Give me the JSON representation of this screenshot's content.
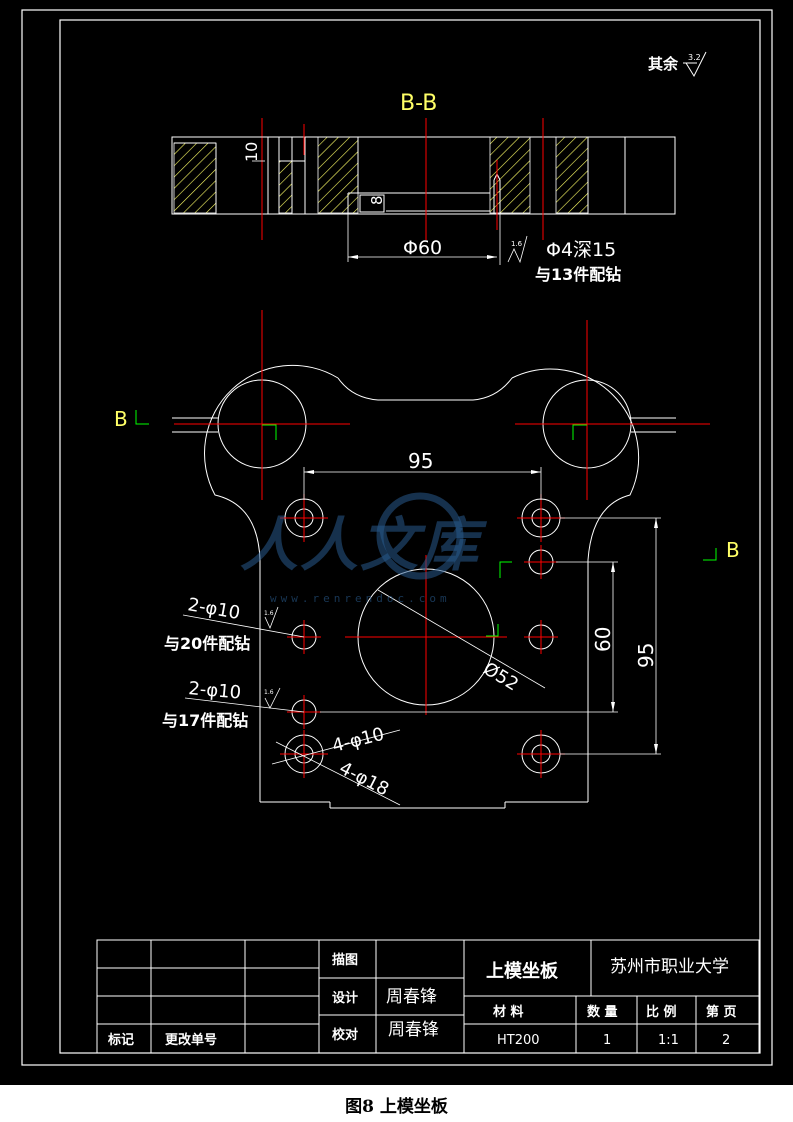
{
  "drawing": {
    "roughness_note": "其余",
    "roughness_value": "3.2",
    "section_title": "B-B",
    "dim_depth": "10",
    "dim_step": "8",
    "dim_bore": "Φ60",
    "dim_roughness_small": "1.6",
    "dim_pin_hole": "Φ4深15",
    "note_drill_13": "与13件配钻",
    "section_mark_left": "B",
    "section_mark_right": "B",
    "dim_95_horizontal": "95",
    "dim_60_vertical": "60",
    "dim_95_vertical": "95",
    "dim_center_bore": "Ø52",
    "hole_callout_20": "2-φ10",
    "hole_callout_20_roughness": "1.6",
    "note_drill_20": "与20件配钻",
    "hole_callout_17": "2-φ10",
    "hole_callout_17_roughness": "1.6",
    "note_drill_17": "与17件配钻",
    "hole_callout_4x10": "4-φ10",
    "hole_callout_4x18": "4-φ18"
  },
  "title_block": {
    "drawn_label": "描图",
    "design_label": "设计",
    "check_label": "校对",
    "designer": "周春锋",
    "checker": "周春锋",
    "mark_label": "标记",
    "change_no_label": "更改单号",
    "part_name": "上模坐板",
    "school": "苏州市职业大学",
    "material_label": "材 料",
    "quantity_label": "数 量",
    "scale_label": "比 例",
    "page_label": "第 页",
    "material": "HT200",
    "quantity": "1",
    "scale": "1:1",
    "page": "2"
  },
  "watermark": {
    "text": "人人文库",
    "url": "www.renrendoc.com"
  },
  "caption": "图8  上模坐板",
  "colors": {
    "background": "#000000",
    "outline": "#ffffff",
    "centerline": "#ff0000",
    "hatch": "#ffff66",
    "marker": "#00ff00",
    "title_text": "#ffff66"
  }
}
